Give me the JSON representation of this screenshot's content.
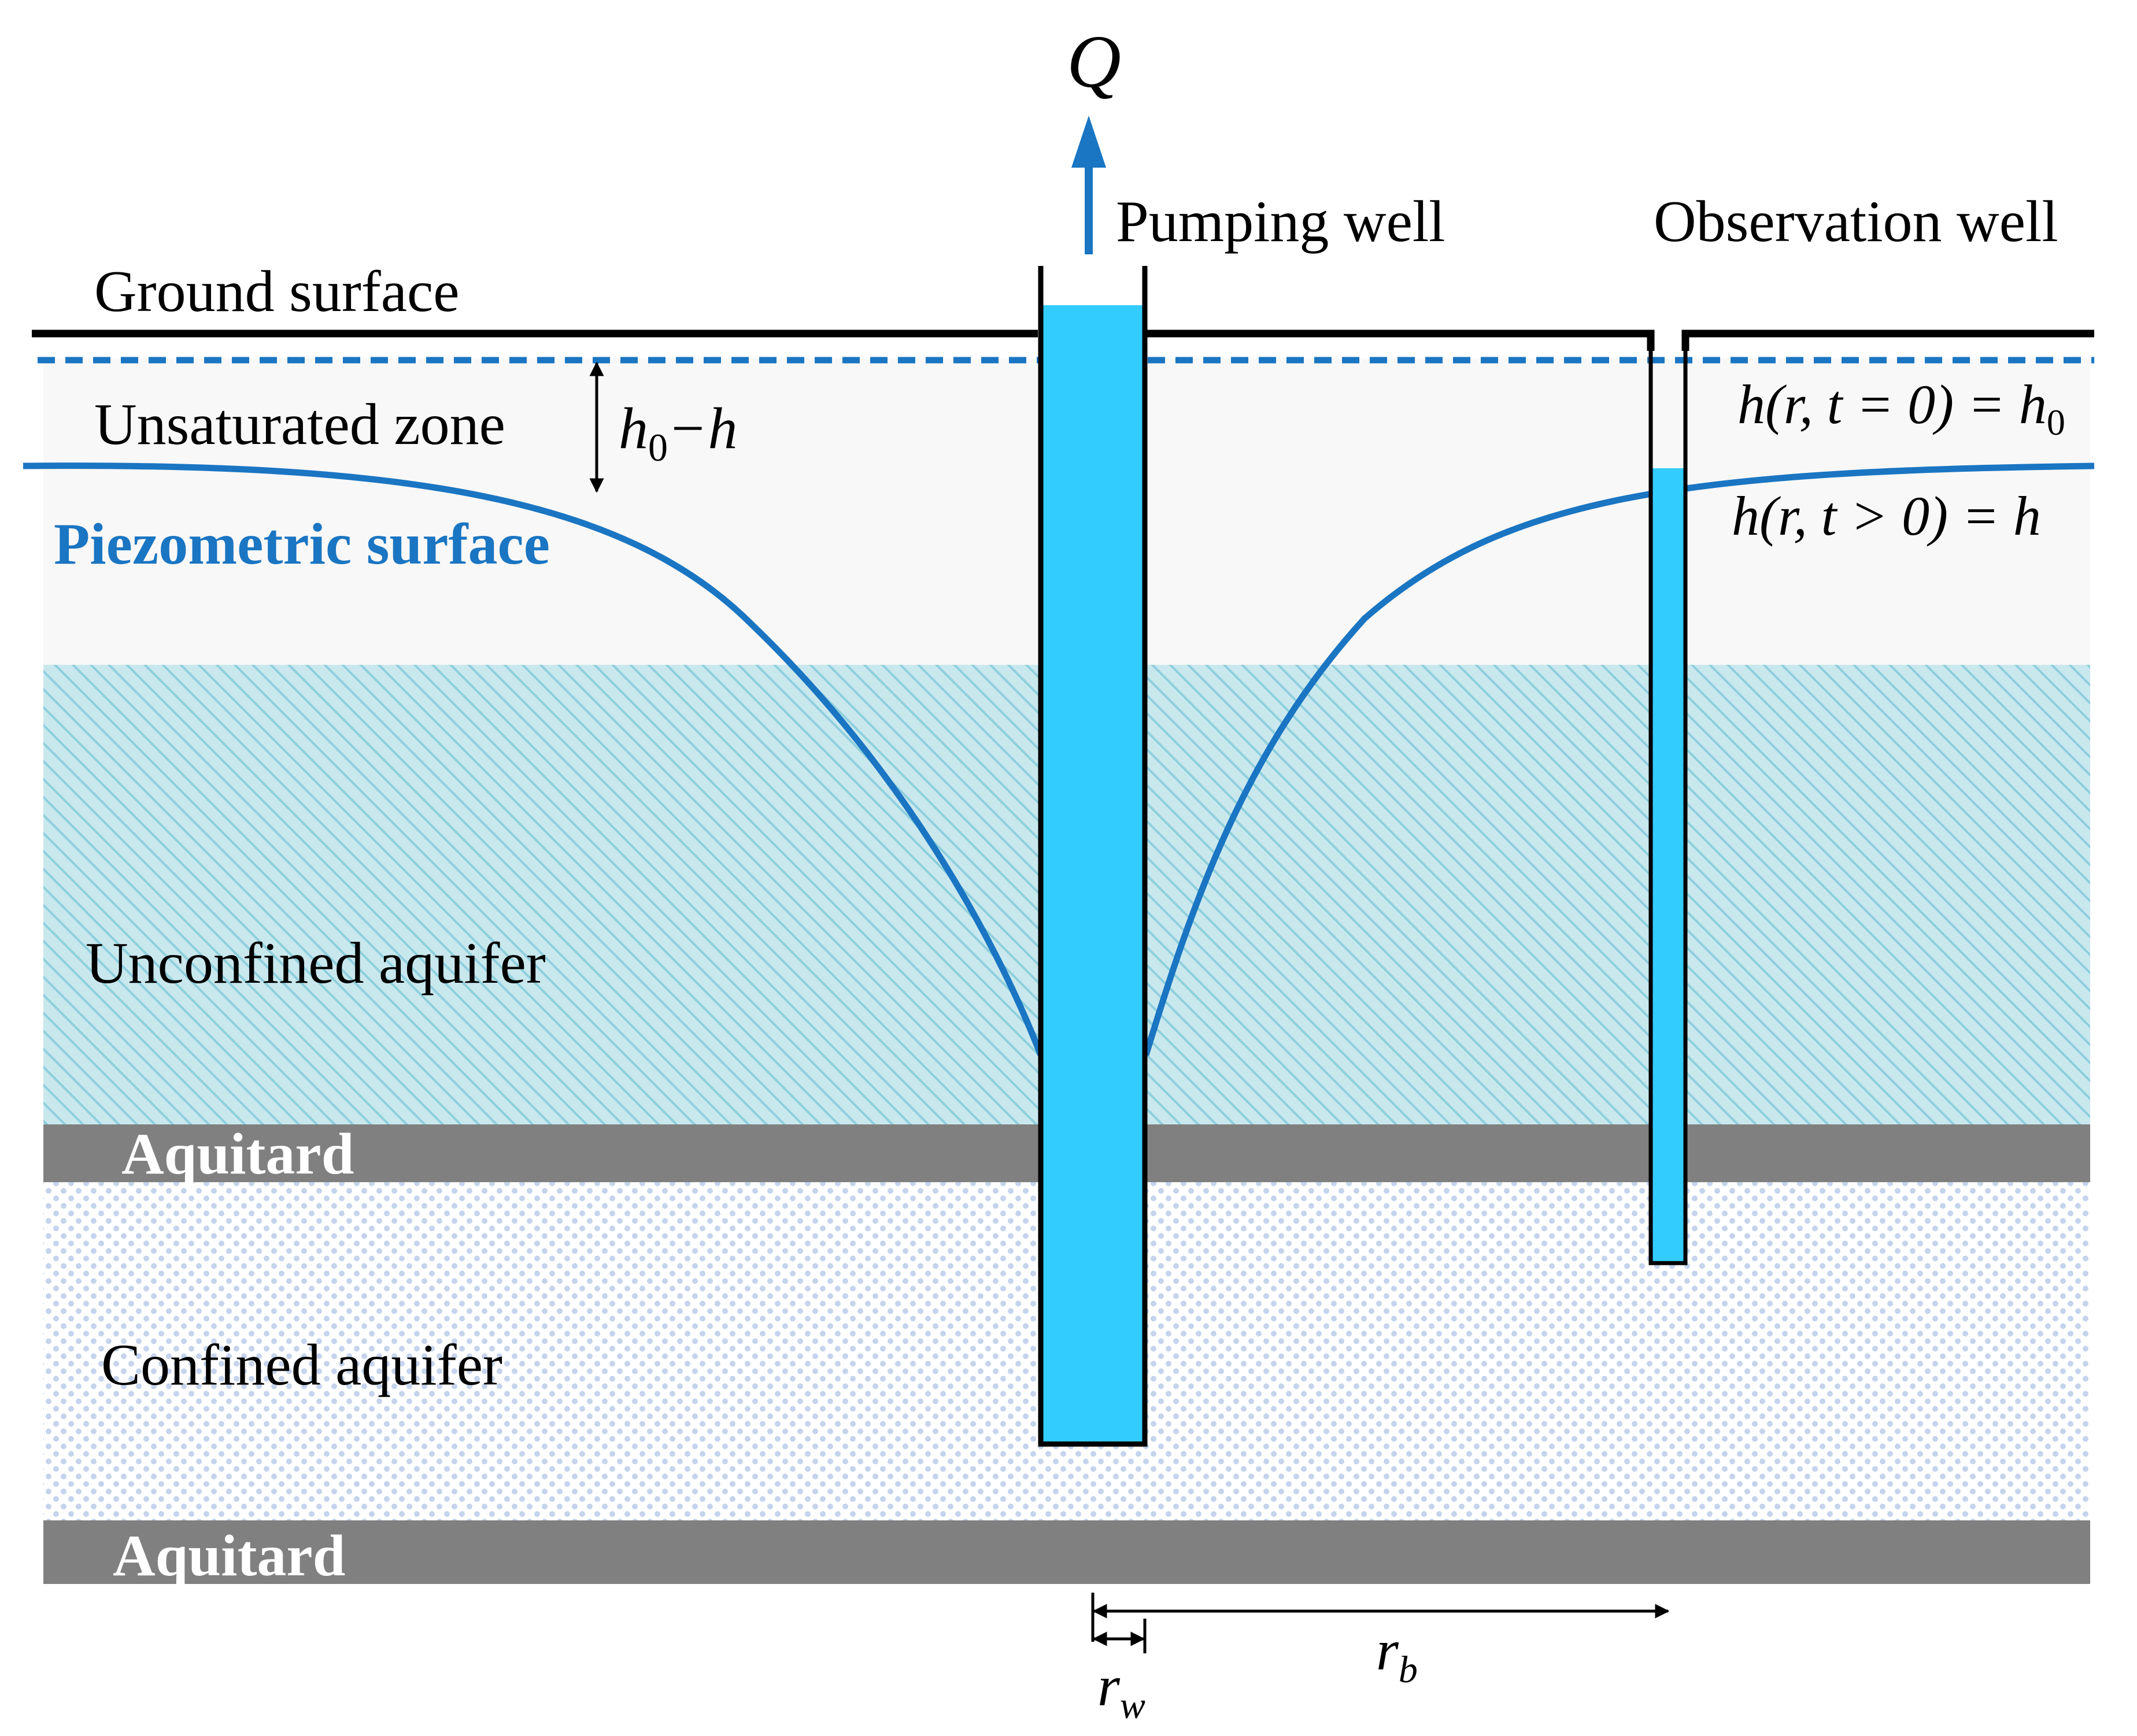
{
  "labels": {
    "q": "Q",
    "pumping_well": "Pumping  well",
    "observation_well": "Observation well",
    "ground_surface": "Ground surface",
    "unsaturated_zone": "Unsaturated zone",
    "piezometric_surface": "Piezometric  surface",
    "unconfined_aquifer": "Unconfined aquifer",
    "confined_aquifer": "Confined aquifer",
    "aquitard_upper": "Aquitard",
    "aquitard_lower": "Aquitard",
    "drawdown_h0": "h",
    "drawdown_h0_sub": "0",
    "drawdown_minus": "−",
    "drawdown_h": "h",
    "initial_head_lhs": "h(r, t = 0) = h",
    "initial_head_sub": "0",
    "current_head": "h(r, t > 0) = h",
    "rw_r": "r",
    "rw_sub": "w",
    "rb_r": "r",
    "rb_sub": "b"
  },
  "colors": {
    "water": "#33ccff",
    "piezometric_line": "#1a75c2",
    "aquitard": "#808080",
    "unsaturated": "#f8f8f8",
    "unconfined_hatch": "#8ecfdc",
    "confined_dots": "#c5d4ec"
  }
}
